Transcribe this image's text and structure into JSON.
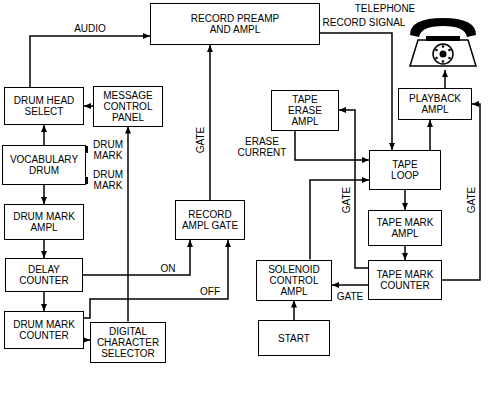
{
  "diagram": {
    "nodes": [
      {
        "text": [
          "RECORD PREAMP AND AMPL"
        ]
      },
      {
        "text": [
          "DRUM HEAD SELECT"
        ]
      },
      {
        "text": [
          "MESSAGE CONTROL PANEL"
        ]
      },
      {
        "text": [
          "VOCABULARY DRUM"
        ]
      },
      {
        "text": [
          "DRUM MARK AMPL"
        ]
      },
      {
        "text": [
          "RECORD AMPL GATE"
        ]
      },
      {
        "text": [
          "DELAY COUNTER"
        ]
      },
      {
        "text": [
          "DRUM MARK COUNTER"
        ]
      },
      {
        "text": [
          "DIGITAL CHARACTER SELECTOR"
        ]
      },
      {
        "text": [
          "TAPE ERASE AMPL"
        ]
      },
      {
        "text": [
          "PLAYBACK AMPL"
        ]
      },
      {
        "text": [
          "TAPE LOOP"
        ]
      },
      {
        "text": [
          "TAPE MARK AMPL"
        ]
      },
      {
        "text": [
          "SOLENOID CONTROL AMPL"
        ]
      },
      {
        "text": [
          "TAPE MARK COUNTER"
        ]
      },
      {
        "text": [
          "START"
        ]
      }
    ],
    "edges": [
      {
        "from": 1,
        "to": 0,
        "arrow": "to",
        "label": "AUDIO"
      },
      {
        "from": 2,
        "to": 1,
        "arrow": "to"
      },
      {
        "from": 3,
        "to": 1,
        "arrow": "to"
      },
      {
        "from": 3,
        "to": 4,
        "arrow": "to"
      },
      {
        "from": 4,
        "to": 6,
        "arrow": "to"
      },
      {
        "from": 6,
        "to": 7,
        "arrow": "to"
      },
      {
        "from": 6,
        "to": 5,
        "arrow": "to",
        "label": "ON"
      },
      {
        "from": 7,
        "to": 5,
        "arrow": "to",
        "label": "OFF"
      },
      {
        "from": 7,
        "to": 8,
        "arrow": "to"
      },
      {
        "from": 8,
        "to": 2,
        "arrow": "to"
      },
      {
        "from": 5,
        "to": 0,
        "arrow": "to",
        "label": "GATE"
      },
      {
        "from": 0,
        "to": 11,
        "arrow": "to",
        "label": "RECORD SIGNAL"
      },
      {
        "from": 9,
        "to": 11,
        "arrow": "to",
        "label": "ERASE CURRENT"
      },
      {
        "from": 14,
        "to": 9,
        "arrow": "to",
        "label": "GATE"
      },
      {
        "from": 14,
        "to": 10,
        "arrow": "to",
        "label": "GATE"
      },
      {
        "from": 14,
        "to": 13,
        "arrow": "to",
        "label": "GATE"
      },
      {
        "from": 13,
        "to": 11,
        "arrow": "to"
      },
      {
        "from": 15,
        "to": 13,
        "arrow": "to"
      },
      {
        "from": 11,
        "to": 10,
        "arrow": "to"
      },
      {
        "from": 11,
        "to": 12,
        "arrow": "to"
      },
      {
        "from": 12,
        "to": 14,
        "arrow": "to"
      }
    ],
    "labels": [
      "TELEPHONE",
      "DRUM MARK",
      "DRUM MARK"
    ]
  }
}
